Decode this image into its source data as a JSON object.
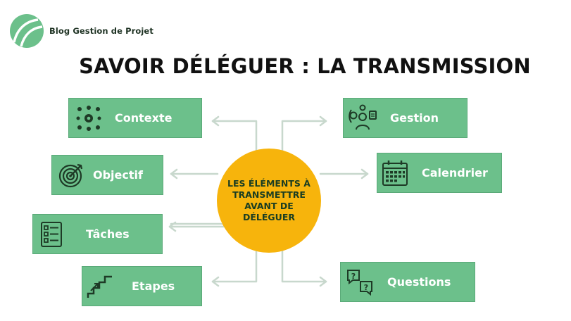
{
  "brand": {
    "name": "Blog Gestion de Projet",
    "logo_color": "#6cc08b"
  },
  "title": "SAVOIR DÉLÉGUER : LA TRANSMISSION",
  "center": {
    "text": "LES ÉLÉMENTS À TRANSMETTRE AVANT DE DÉLÉGUER",
    "color": "#f7b40c"
  },
  "box_color": "#6cc08b",
  "connector_color": "#c8d8cd",
  "nodes": {
    "contexte": {
      "label": "Contexte",
      "icon": "network-gear-icon"
    },
    "objectif": {
      "label": "Objectif",
      "icon": "target-icon"
    },
    "taches": {
      "label": "Tâches",
      "icon": "checklist-icon"
    },
    "etapes": {
      "label": "Etapes",
      "icon": "stairs-icon"
    },
    "gestion": {
      "label": "Gestion",
      "icon": "manager-gears-icon"
    },
    "calendrier": {
      "label": "Calendrier",
      "icon": "calendar-icon"
    },
    "questions": {
      "label": "Questions",
      "icon": "question-bubbles-icon"
    }
  }
}
